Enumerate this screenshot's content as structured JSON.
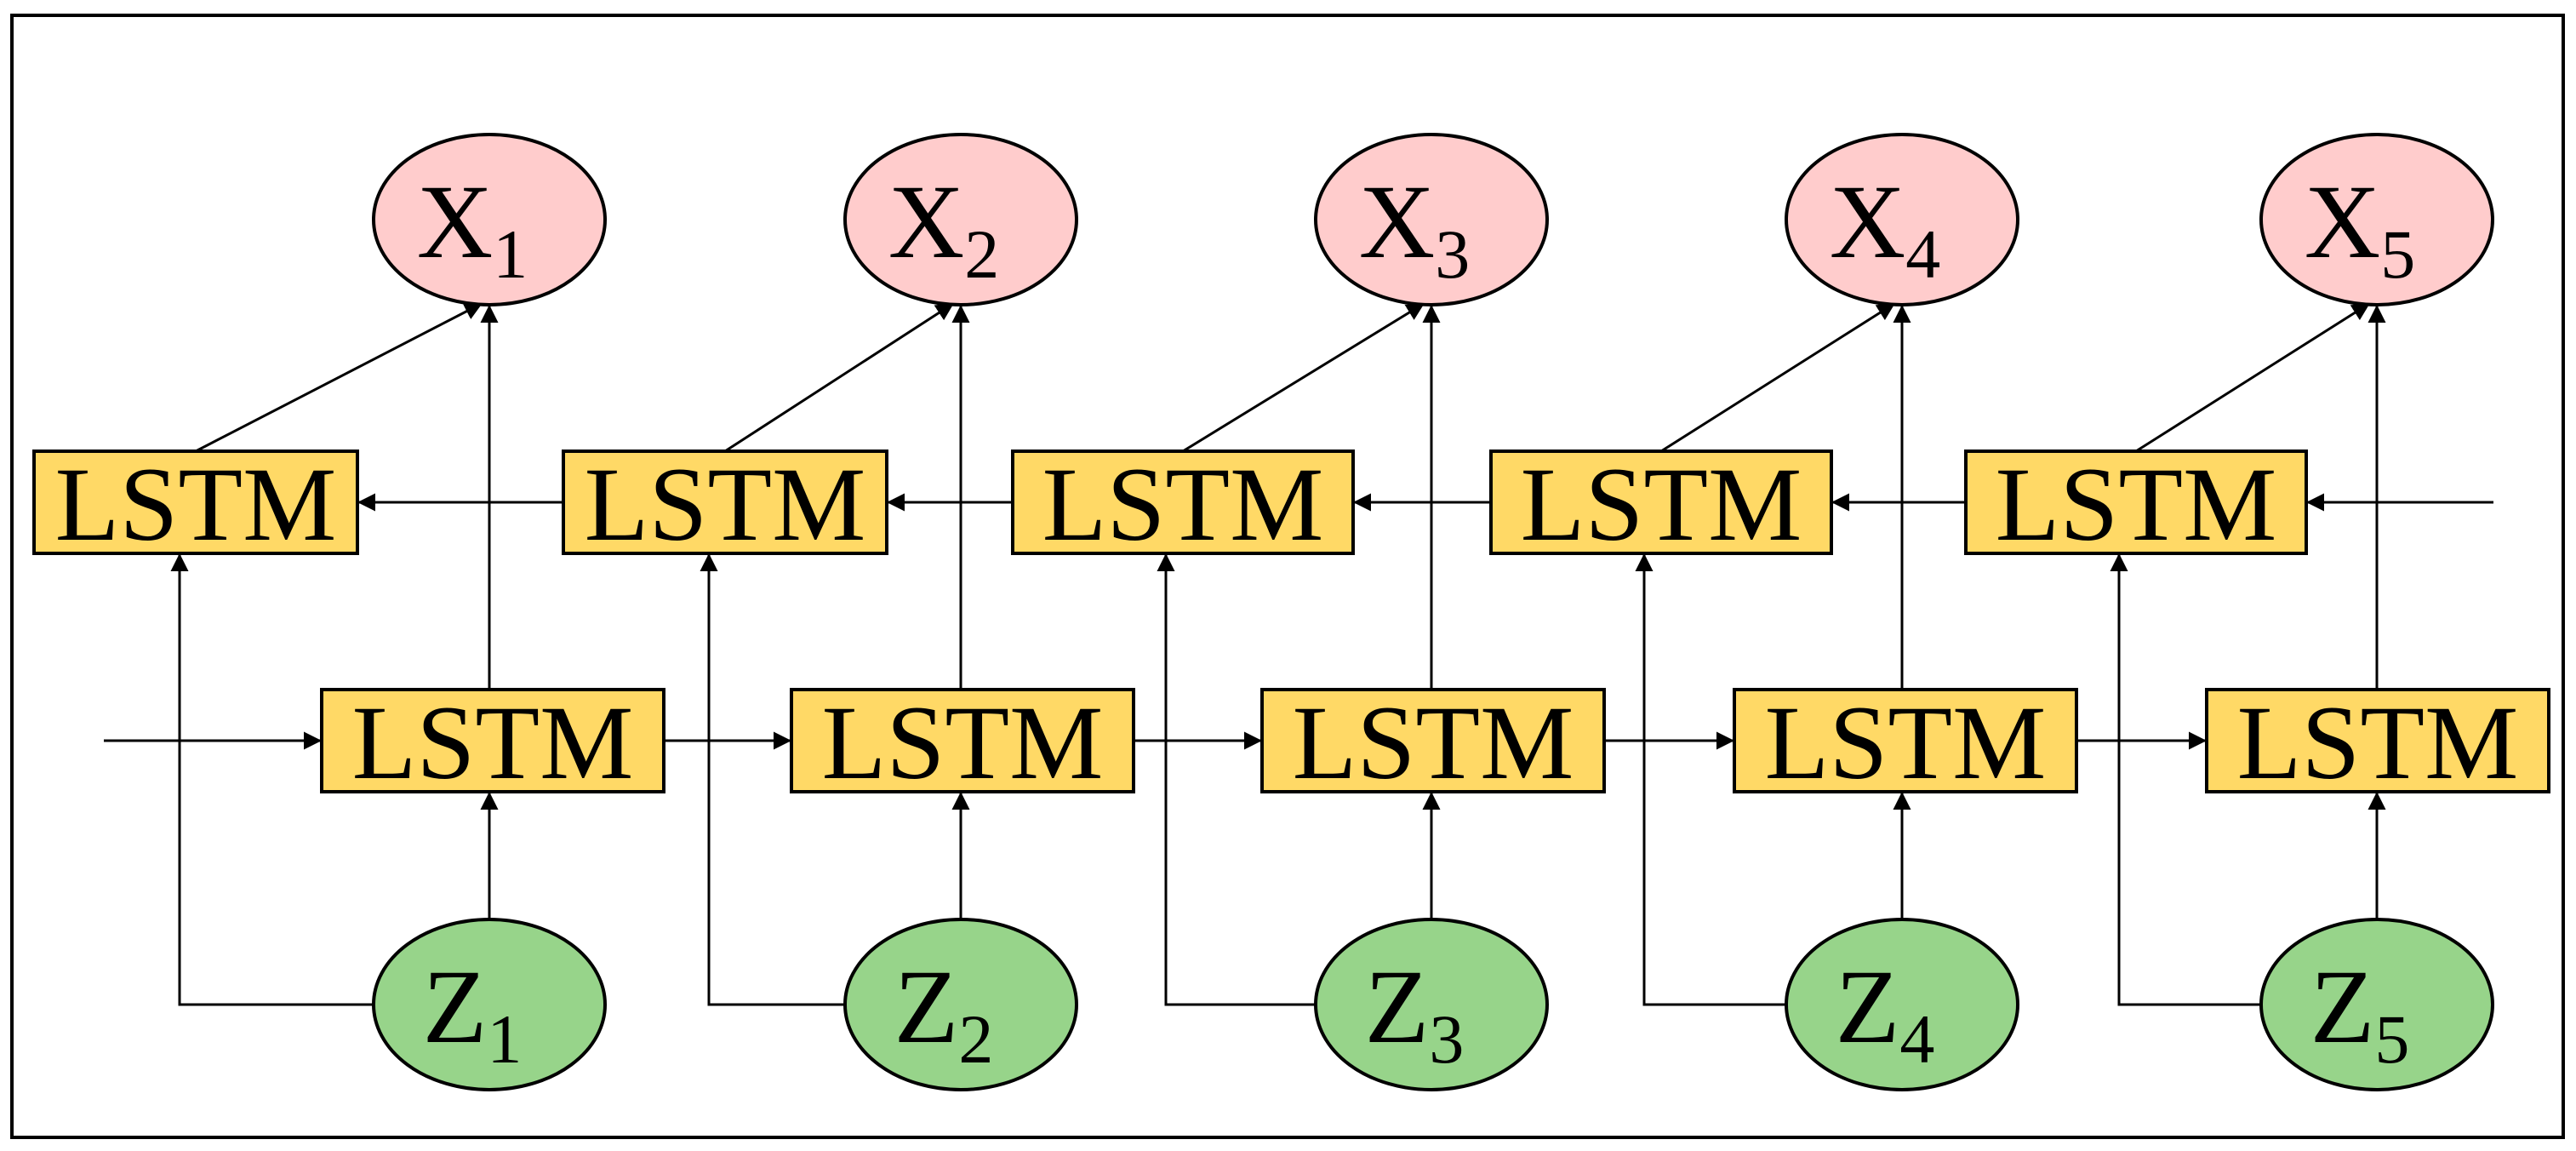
{
  "diagram": {
    "colors": {
      "lstm_fill": "#ffd966",
      "x_fill": "#ffcccc",
      "z_fill": "#97d48a",
      "stroke": "#000000"
    },
    "lstm_label": "LSTM",
    "output_nodes": [
      {
        "letter": "X",
        "sub": "1"
      },
      {
        "letter": "X",
        "sub": "2"
      },
      {
        "letter": "X",
        "sub": "3"
      },
      {
        "letter": "X",
        "sub": "4"
      },
      {
        "letter": "X",
        "sub": "5"
      }
    ],
    "input_nodes": [
      {
        "letter": "Z",
        "sub": "1"
      },
      {
        "letter": "Z",
        "sub": "2"
      },
      {
        "letter": "Z",
        "sub": "3"
      },
      {
        "letter": "Z",
        "sub": "4"
      },
      {
        "letter": "Z",
        "sub": "5"
      }
    ]
  }
}
